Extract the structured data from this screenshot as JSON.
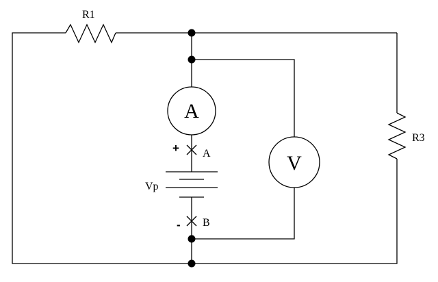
{
  "resistor_1": {
    "label": "R1"
  },
  "resistor_3": {
    "label": "R3"
  },
  "ammeter": {
    "symbol": "A"
  },
  "voltmeter": {
    "symbol": "V"
  },
  "power_supply": {
    "label": "Vp"
  },
  "terminal_a": {
    "label": "A",
    "polarity": "+"
  },
  "terminal_b": {
    "label": "B",
    "polarity": "-"
  }
}
